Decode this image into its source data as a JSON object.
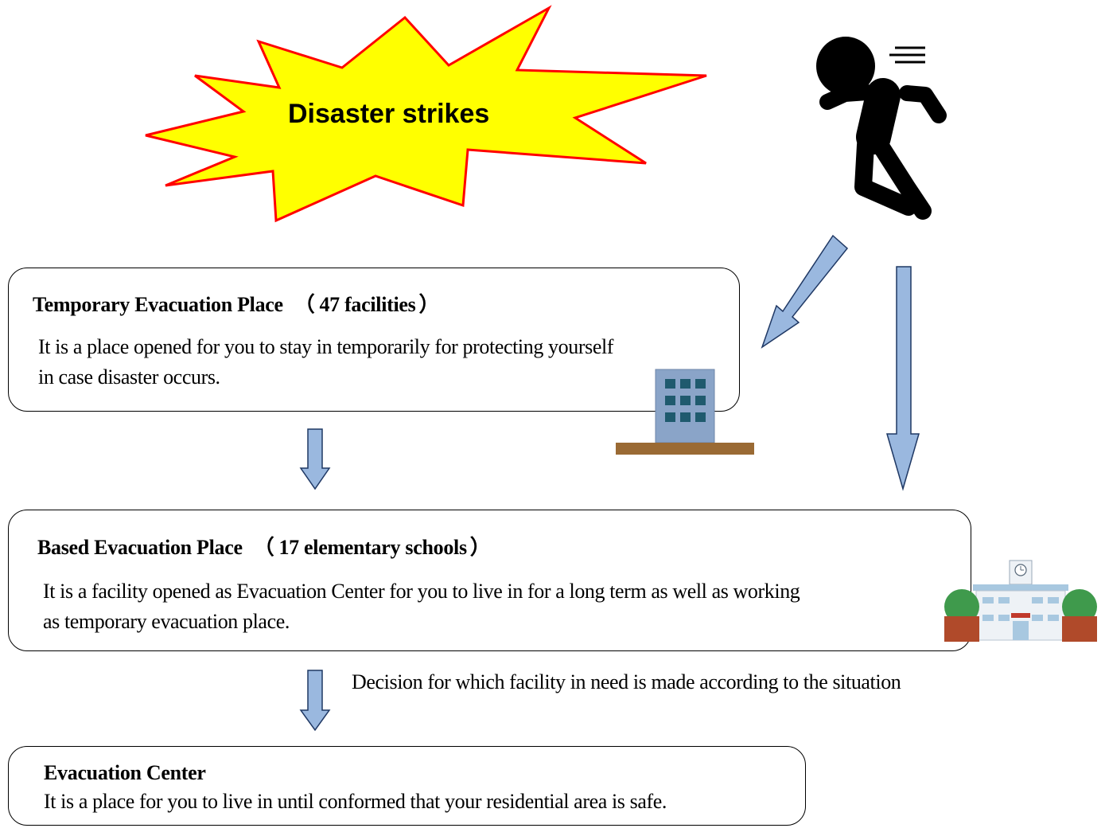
{
  "burst": {
    "label": "Disaster strikes",
    "fill_color": "#ffff00",
    "stroke_color": "#ff0000"
  },
  "boxes": {
    "temporary": {
      "title": "Temporary Evacuation Place",
      "count": "47 facilities",
      "body_line1": "It is a place opened for you to stay in temporarily for protecting yourself",
      "body_line2": "in case disaster occurs."
    },
    "based": {
      "title": "Based Evacuation Place",
      "count": "17 elementary schools",
      "body_line1": "It is a facility opened as Evacuation Center for you to live in for a long term as well as working",
      "body_line2": "as temporary evacuation place."
    },
    "center": {
      "title": "Evacuation Center",
      "body": "It is a place for you to live in until conformed that your residential area is safe."
    }
  },
  "paren_open": "（",
  "paren_close": "）",
  "note": "Decision for which facility in need is made according to the situation",
  "colors": {
    "arrow_fill": "#9ab8df",
    "arrow_stroke": "#1f3864",
    "building_wall": "#8aa4c8",
    "building_window": "#1f5a6e",
    "ground": "#9a6a34",
    "school_wall": "#eef2f6",
    "school_roof": "#a8c8e0",
    "tree": "#3f9a4c",
    "planter": "#b04a2a"
  },
  "icons": {
    "runner": "running-person-icon",
    "building": "office-building-icon",
    "school": "school-building-icon",
    "arrow": "down-arrow-icon"
  }
}
